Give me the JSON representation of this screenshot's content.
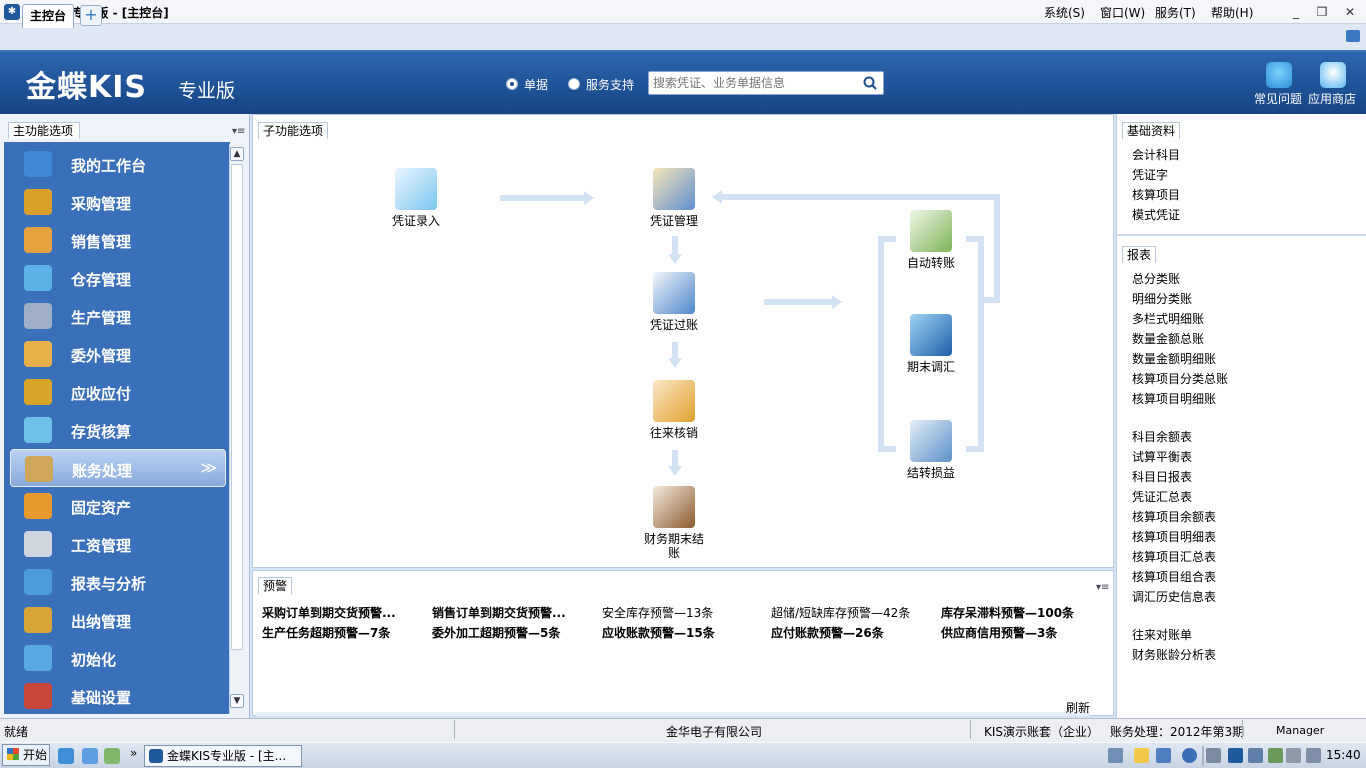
{
  "window": {
    "title": "金蝶KIS专业版 - [主控台]",
    "menu": [
      "系统(S)",
      "窗口(W)",
      "服务(T)",
      "帮助(H)"
    ],
    "controls": [
      "_",
      "❐",
      "✕"
    ]
  },
  "tabs": {
    "main": "主控台",
    "add": "+"
  },
  "banner": {
    "brand": "金蝶KIS",
    "edition": "专业版",
    "radio_document": "单据",
    "radio_service": "服务支持",
    "search_placeholder": "搜索凭证、业务单据信息",
    "faq": "常见问题",
    "app_store": "应用商店"
  },
  "left": {
    "header": "主功能选项",
    "items": [
      {
        "label": "我的工作台",
        "icon": "desk-icon",
        "color": "#3f88d6"
      },
      {
        "label": "采购管理",
        "icon": "purchase-icon",
        "color": "#d9a12a"
      },
      {
        "label": "销售管理",
        "icon": "sales-icon",
        "color": "#e6a240"
      },
      {
        "label": "仓存管理",
        "icon": "warehouse-icon",
        "color": "#5cb2e6"
      },
      {
        "label": "生产管理",
        "icon": "production-icon",
        "color": "#9fb0c6"
      },
      {
        "label": "委外管理",
        "icon": "outsourcing-icon",
        "color": "#e6b04a"
      },
      {
        "label": "应收应付",
        "icon": "receivable-payable-icon",
        "color": "#d8a62a"
      },
      {
        "label": "存货核算",
        "icon": "inventory-costing-icon",
        "color": "#6fc0e8"
      },
      {
        "label": "账务处理",
        "icon": "accounting-icon",
        "color": "#cfa65a"
      },
      {
        "label": "固定资产",
        "icon": "fixed-asset-icon",
        "color": "#e89a2e"
      },
      {
        "label": "工资管理",
        "icon": "payroll-icon",
        "color": "#d0d6de"
      },
      {
        "label": "报表与分析",
        "icon": "report-analysis-icon",
        "color": "#4a9bd8"
      },
      {
        "label": "出纳管理",
        "icon": "cashier-icon",
        "color": "#d7a53a"
      },
      {
        "label": "初始化",
        "icon": "initialize-icon",
        "color": "#58a8e2"
      },
      {
        "label": "基础设置",
        "icon": "basic-settings-icon",
        "color": "#c9463a"
      }
    ],
    "selected_chevron": "≫"
  },
  "center": {
    "header": "子功能选项",
    "nodes": {
      "voucher_entry": "凭证录入",
      "voucher_manage": "凭证管理",
      "voucher_post": "凭证过账",
      "reconcile": "往来核销",
      "period_close": "财务期末结账",
      "auto_transfer": "自动转账",
      "period_adjust": "期末调汇",
      "transfer_pl": "结转损益"
    }
  },
  "alarm": {
    "header": "预警",
    "rows": [
      [
        {
          "text": "采购订单到期交货预警...",
          "bold": true
        },
        {
          "text": "销售订单到期交货预警...",
          "bold": true
        },
        {
          "text": "安全库存预警—13条",
          "bold": false
        },
        {
          "text": "超储/短缺库存预警—42条",
          "bold": false
        },
        {
          "text": "库存呆滞料预警—100条",
          "bold": true
        }
      ],
      [
        {
          "text": "生产任务超期预警—7条",
          "bold": true
        },
        {
          "text": "委外加工超期预警—5条",
          "bold": true
        },
        {
          "text": "应收账款预警—15条",
          "bold": true
        },
        {
          "text": "应付账款预警—26条",
          "bold": true
        },
        {
          "text": "供应商信用预警—3条",
          "bold": true
        }
      ]
    ],
    "refresh": "刷新"
  },
  "right": {
    "basic_header": "基础资料",
    "basic_items": [
      "会计科目",
      "凭证字",
      "核算项目",
      "模式凭证"
    ],
    "report_header": "报表",
    "report_groups": [
      [
        "总分类账",
        "明细分类账",
        "多栏式明细账",
        "数量金额总账",
        "数量金额明细账",
        "核算项目分类总账",
        "核算项目明细账"
      ],
      [
        "科目余额表",
        "试算平衡表",
        "科目日报表",
        "凭证汇总表",
        "核算项目余额表",
        "核算项目明细表",
        "核算项目汇总表",
        "核算项目组合表",
        "调汇历史信息表"
      ],
      [
        "往来对账单",
        "财务账龄分析表"
      ]
    ]
  },
  "status": {
    "ready": "就绪",
    "company": "金华电子有限公司",
    "account_set": "KIS演示账套（企业）",
    "period": "账务处理：2012年第3期",
    "user": "Manager"
  },
  "taskbar": {
    "start": "开始",
    "more": "»",
    "window_button": "金蝶KIS专业版 - [主...",
    "clock": "15:40"
  }
}
